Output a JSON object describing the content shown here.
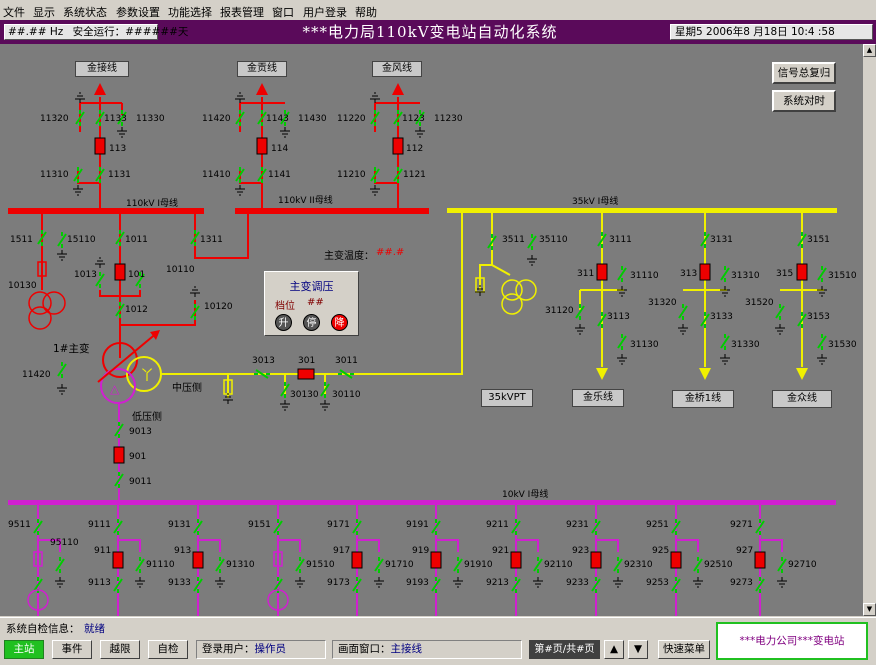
{
  "menu": [
    "文件",
    "显示",
    "系统状态",
    "参数设置",
    "功能选择",
    "报表管理",
    "窗口",
    "用户登录",
    "帮助"
  ],
  "header": {
    "frequency": "##.## Hz",
    "safe_run": "安全运行：######天",
    "title": "***电力局110kV变电站自动化系统",
    "datetime": "星期5 2006年8 月18日 10:4 :58"
  },
  "buttons": {
    "signal_reset": "信号总复归",
    "time_sync": "系统对时"
  },
  "bus_labels": {
    "bus110_1": "110kV I母线",
    "bus110_2": "110kV II母线",
    "bus35": "35kV I母线",
    "bus10": "10kV I母线"
  },
  "line_labels_top": [
    "金接线",
    "金贡线",
    "金风线"
  ],
  "line_labels_35": [
    "35kVPT",
    "金乐线",
    "金桥1线",
    "金众线"
  ],
  "transformer": {
    "name": "1#主变",
    "mid_side": "中压侧",
    "low_side": "低压侧",
    "temp_label": "主变温度：",
    "temp_value": "##.#"
  },
  "tap_panel": {
    "title": "主变调压",
    "tap_label": "档位",
    "tap_value": "##",
    "btn_up": "升",
    "btn_stop": "停",
    "btn_down": "降"
  },
  "ids_110": {
    "b113": [
      "11320",
      "1133",
      "11330",
      "113",
      "11310",
      "1131"
    ],
    "b114": [
      "11420",
      "1143",
      "11430",
      "114",
      "11410",
      "1141"
    ],
    "b112": [
      "11220",
      "1123",
      "11230",
      "112",
      "11210",
      "1121"
    ],
    "tx": [
      "1511",
      "15110",
      "1011",
      "1311",
      "10130",
      "1013",
      "101",
      "10110",
      "1012",
      "10120",
      "11420"
    ]
  },
  "ids_35": [
    "3013",
    "301",
    "3011",
    "30130",
    "30110",
    "3511",
    "35110",
    "3111",
    "311",
    "31110",
    "31120",
    "3113",
    "31130",
    "3131",
    "313",
    "31310",
    "31320",
    "3133",
    "31330",
    "3151",
    "315",
    "31510",
    "31520",
    "3153",
    "31530"
  ],
  "ids_low": [
    "9013",
    "901",
    "9011"
  ],
  "feeders_10": [
    {
      "a": "9511",
      "b": "95110"
    },
    {
      "a": "9111",
      "c": "911",
      "d": "91110",
      "e": "9113"
    },
    {
      "a": "9131",
      "c": "913",
      "d": "91310",
      "e": "9133"
    },
    {
      "a": "9151",
      "d": "91510"
    },
    {
      "a": "9171",
      "c": "917",
      "d": "91710",
      "e": "9173"
    },
    {
      "a": "9191",
      "c": "919",
      "d": "91910",
      "e": "9193"
    },
    {
      "a": "9211",
      "c": "921",
      "d": "92110",
      "e": "9213"
    },
    {
      "a": "9231",
      "c": "923",
      "d": "92310",
      "e": "9233"
    },
    {
      "a": "9251",
      "c": "925",
      "d": "92510",
      "e": "9253"
    },
    {
      "a": "9271",
      "c": "927",
      "d": "92710",
      "e": "9273"
    }
  ],
  "status": {
    "selfcheck_label": "系统自检信息：",
    "selfcheck_value": "就绪",
    "tabs": [
      "主站",
      "事件",
      "越限",
      "自检"
    ],
    "user_label": "登录用户：",
    "user_value": "操作员",
    "window_label": "画面窗口：",
    "window_value": "主接线",
    "page": "第#页/共#页",
    "quick_menu": "快速菜单",
    "company": "***电力公司***变电站"
  },
  "colors": {
    "canvas": "#7c7c7c",
    "bus110": "#ee0000",
    "bus35": "#f0f000",
    "bus10": "#d020d0",
    "breaker_closed": "#ee0000",
    "switch": "#00cc00",
    "title_bar": "#5a0a5a"
  }
}
